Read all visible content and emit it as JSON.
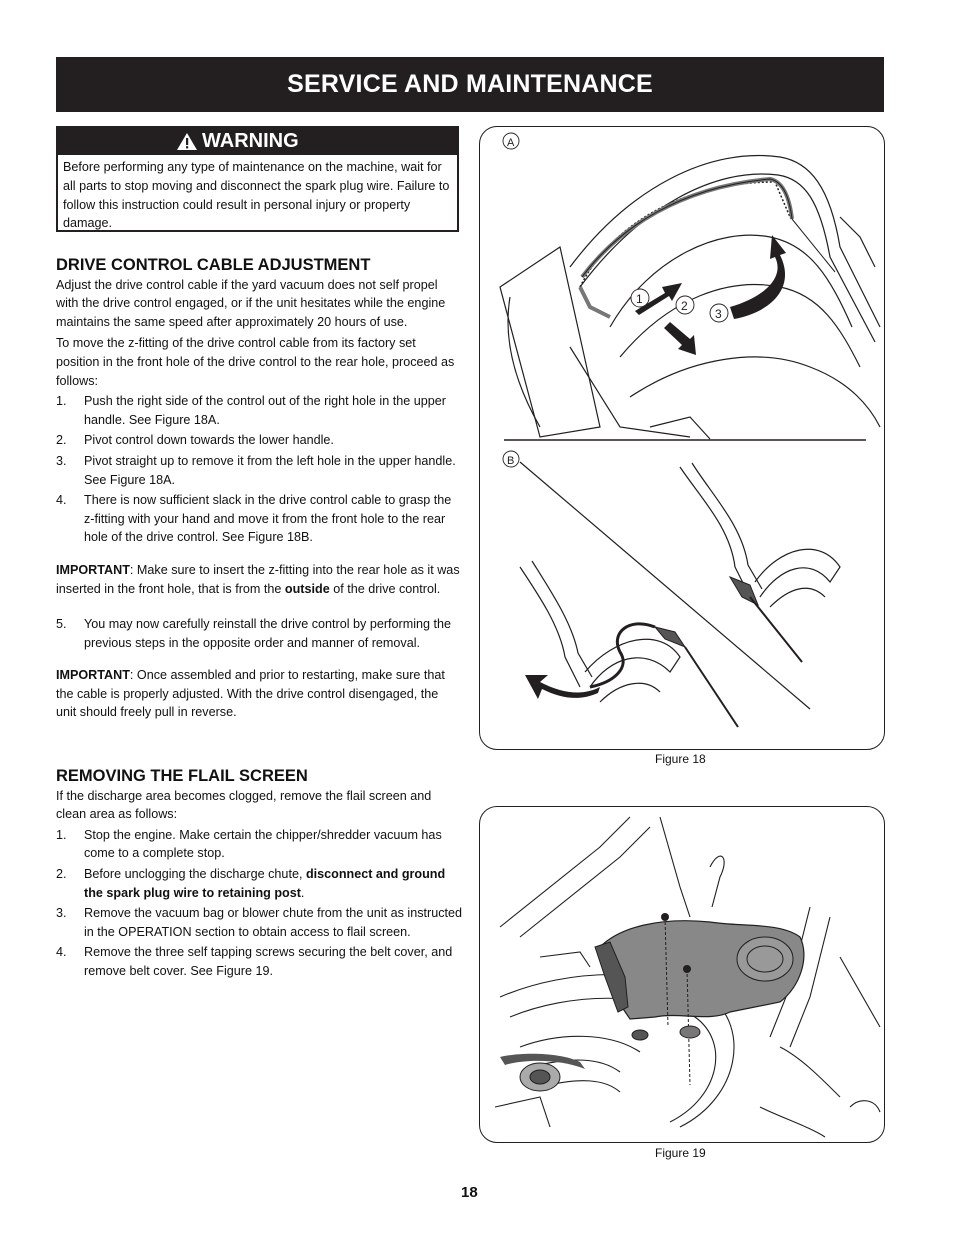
{
  "header": {
    "title": "SERVICE AND MAINTENANCE"
  },
  "warning": {
    "title": "WARNING",
    "text": "Before performing any type of maintenance on the machine, wait for all parts to stop moving and disconnect the spark plug wire. Failure to follow this instruction could result in personal injury or property damage."
  },
  "drive": {
    "title": "DRIVE CONTROL CABLE ADJUSTMENT",
    "p1": "Adjust the drive control cable if the yard vacuum does not self propel with the drive control engaged, or if the unit hesitates while the engine maintains the same speed after approximately 20 hours of use.",
    "p2": "To move the z-fitting of the drive control cable from its factory set position in the front hole of the drive control to the rear hole, proceed as follows:",
    "steps": [
      {
        "num": "1.",
        "text": "Push the right side of the control out of the right hole in the upper handle. See Figure 18A."
      },
      {
        "num": "2.",
        "text": "Pivot control down towards the lower handle."
      },
      {
        "num": "3.",
        "text": "Pivot straight up to remove it from the left hole in the upper handle. See Figure 18A."
      },
      {
        "num": "4.",
        "text": "There is now sufficient slack in the drive control cable to grasp the z-fitting with your hand and move it from the front hole to the rear hole of the drive control. See Figure 18B."
      }
    ],
    "imp1_label": "IMPORTANT",
    "imp1_a": ": Make sure to insert the z-fitting into the rear hole as it was inserted in the front hole, that is from the ",
    "imp1_bold": "outside",
    "imp1_b": " of the drive control.",
    "step5_num": "5.",
    "step5_text": "You may now carefully reinstall the drive control by performing the previous steps in the opposite order and manner of removal.",
    "imp2_label": "IMPORTANT",
    "imp2_text": ": Once assembled and prior to restarting, make sure that the cable is properly adjusted. With the drive control disengaged, the unit should freely pull in reverse."
  },
  "flail": {
    "title": "REMOVING THE FLAIL SCREEN",
    "p1": "If the discharge area becomes clogged, remove the flail screen and clean area as follows:",
    "s1_num": "1.",
    "s1_text": "Stop the engine. Make certain the chipper/shredder vacuum has come to a complete stop.",
    "s2_num": "2.",
    "s2_a": "Before unclogging the discharge chute, ",
    "s2_bold": "disconnect and ground the spark plug wire to retaining post",
    "s2_b": ".",
    "s3_num": "3.",
    "s3_text": "Remove the vacuum bag or blower chute from the unit as instructed in the OPERATION section to obtain access to flail screen.",
    "s4_num": "4.",
    "s4_text": "Remove the three self tapping screws securing the belt cover, and remove belt cover. See Figure 19."
  },
  "fig18": {
    "caption": "Figure 18",
    "label_a": "A",
    "label_b": "B",
    "callouts": [
      "1",
      "2",
      "3"
    ]
  },
  "fig19": {
    "caption": "Figure 19"
  },
  "page_number": "18"
}
